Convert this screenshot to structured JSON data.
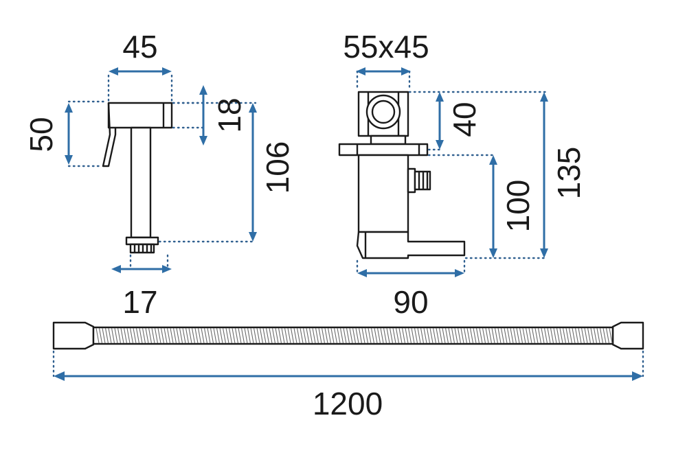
{
  "colors": {
    "dimension_arrow": "#2f6ea6",
    "extension_line": "#2f5f8f",
    "outline": "#1a1a1a",
    "background": "#ffffff"
  },
  "dimensions": {
    "handshower_width": "45",
    "handshower_height": "50",
    "handshower_head_thickness": "18",
    "handshower_length": "106",
    "handshower_thread": "17",
    "valve_size": "55x45",
    "valve_top_height": "40",
    "valve_total_height": "135",
    "valve_body_height": "100",
    "valve_depth": "90",
    "hose_length": "1200"
  }
}
